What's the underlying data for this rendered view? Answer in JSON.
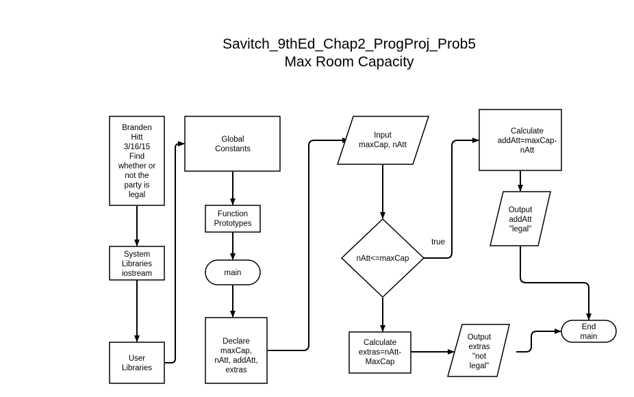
{
  "title": {
    "line1": "Savitch_9thEd_Chap2_ProgProj_Prob5",
    "line2": "Max Room Capacity"
  },
  "nodes": {
    "header": {
      "lines": [
        "Branden",
        "Hitt",
        "3/16/15",
        "Find",
        "whether or",
        "not the",
        "party is",
        "legal"
      ]
    },
    "sys_libs": {
      "lines": [
        "System",
        "Libraries",
        "iostream"
      ]
    },
    "user_libs": {
      "lines": [
        "User",
        "Libraries"
      ]
    },
    "global_consts": {
      "lines": [
        "Global",
        "Constants"
      ]
    },
    "func_protos": {
      "lines": [
        "Function",
        "Prototypes"
      ]
    },
    "main": {
      "lines": [
        "main"
      ]
    },
    "declare": {
      "lines": [
        "Declare",
        "maxCap,",
        "nAtt, addAtt,",
        "extras"
      ]
    },
    "input": {
      "lines": [
        "Input",
        "maxCap, nAtt"
      ]
    },
    "decision": {
      "lines": [
        "nAtt<=maxCap"
      ]
    },
    "calc_add": {
      "lines": [
        "Calculate",
        "addAtt=maxCap-",
        "nAtt"
      ]
    },
    "output_legal": {
      "lines": [
        "Output",
        "addAtt",
        "\"legal\""
      ]
    },
    "calc_extras": {
      "lines": [
        "Calculate",
        "extras=nAtt-",
        "MaxCap"
      ]
    },
    "output_notlegal": {
      "lines": [
        "Output",
        "extras",
        "\"not",
        "legal\""
      ]
    },
    "end_main": {
      "lines": [
        "End",
        "main"
      ]
    }
  },
  "edge_labels": {
    "true_label": "true"
  }
}
